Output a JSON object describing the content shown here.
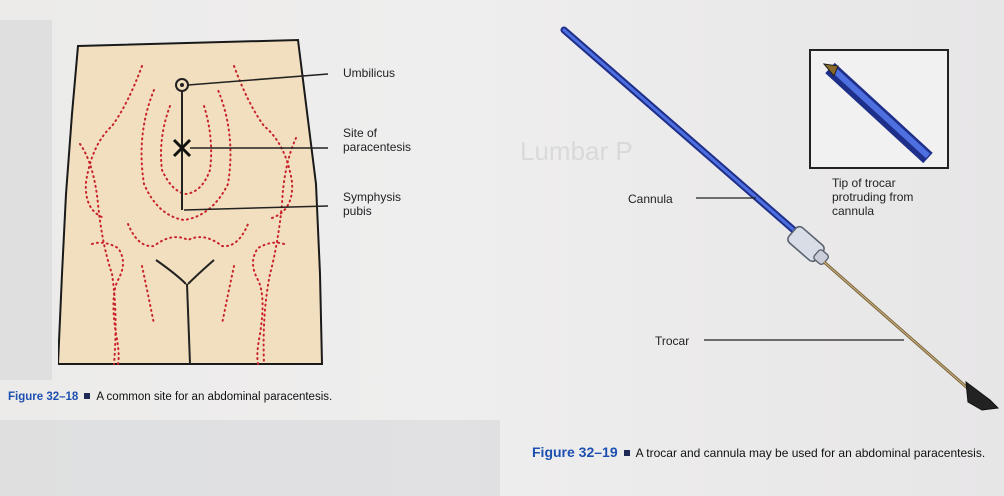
{
  "figure_18": {
    "labels": {
      "umbilicus": "Umbilicus",
      "site": "Site of\nparacentesis",
      "symphysis": "Symphysis\npubis"
    },
    "caption_number": "Figure 32–18",
    "caption_text": "A common site for an abdominal paracentesis."
  },
  "figure_19": {
    "labels": {
      "cannula": "Cannula",
      "trocar": "Trocar",
      "tip": "Tip of trocar\nprotruding from\ncannula"
    },
    "caption_number": "Figure 32–19",
    "caption_text": "A trocar and cannula may be used for an abdominal paracentesis."
  },
  "colors": {
    "accent_blue": "#1d4fb0",
    "skin": "#f2dfbf",
    "dotted_red": "#c8232a",
    "cannula_blue": "#2f4fc7",
    "trocar_brown": "#7a6235"
  }
}
